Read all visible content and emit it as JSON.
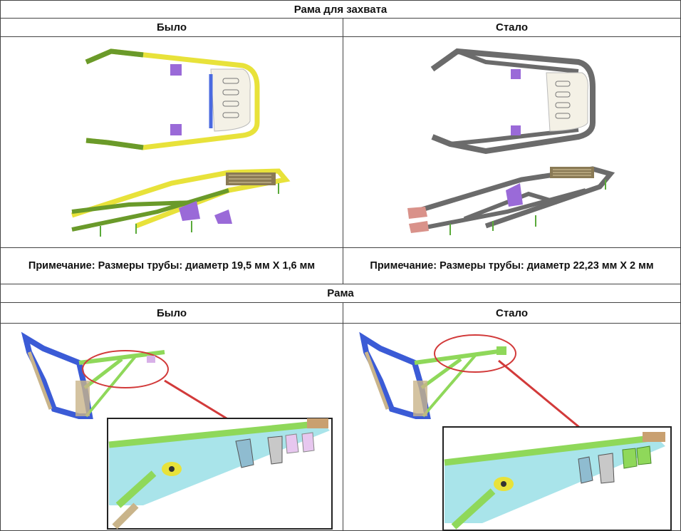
{
  "section1": {
    "title": "Рама для захвата",
    "before": "Было",
    "after": "Стало",
    "note_before": "Примечание: Размеры трубы: диаметр 19,5 мм X 1,6 мм",
    "note_after": "Примечание: Размеры трубы: диаметр 22,23 мм X 2 мм"
  },
  "section2": {
    "title": "Рама",
    "before": "Было",
    "after": "Стало"
  },
  "colors": {
    "old_tube_yellow": "#e8e23a",
    "old_tube_green": "#6a9a2a",
    "new_tube_gray": "#6b6b6b",
    "bracket_purple": "#9a6ad8",
    "frame_blue": "#3b5bd6",
    "frame_green": "#8fd85a",
    "frame_cyan": "#a9e4ea",
    "highlight_red": "#d23a3a"
  }
}
